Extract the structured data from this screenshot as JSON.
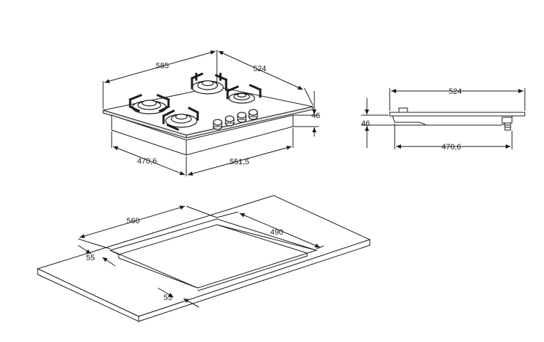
{
  "dimensions": {
    "top_width": "585",
    "top_depth": "524",
    "height_main": "46",
    "bottom_depth": "470,6",
    "bottom_width": "551,5",
    "side_top_depth": "524",
    "side_height": "46",
    "side_bottom_depth": "470,6",
    "cutout_width": "560",
    "cutout_depth": "490",
    "margin_left": "55",
    "margin_front": "55"
  }
}
